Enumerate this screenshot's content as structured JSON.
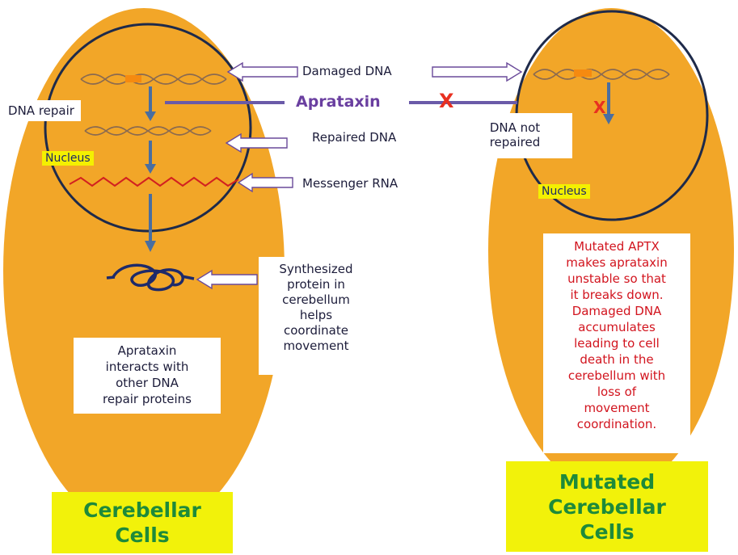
{
  "labels": {
    "damaged_dna": "Damaged DNA",
    "aprataxin": "Aprataxin",
    "repaired_dna": "Repaired DNA",
    "messenger_rna": "Messenger RNA",
    "dna_repair": "DNA repair",
    "nucleus": "Nucleus",
    "x_mark": "X"
  },
  "dna_not_repaired": [
    "DNA not",
    "repaired"
  ],
  "synthesized_protein": [
    "Synthesized",
    "protein in",
    "cerebellum",
    "helps",
    "coordinate",
    "movement"
  ],
  "aprataxin_interacts": [
    "Aprataxin",
    "interacts with",
    "other DNA",
    "repair proteins"
  ],
  "mutated_note": [
    "Mutated APTX",
    "makes aprataxin",
    "unstable so that",
    "it breaks down.",
    "Damaged DNA",
    "accumulates",
    "leading to cell",
    "death in the",
    "cerebellum with",
    "loss of",
    "movement",
    "coordination."
  ],
  "left_title": [
    "Cerebellar",
    "Cells"
  ],
  "right_title": [
    "Mutated",
    "Cerebellar",
    "Cells"
  ],
  "colors": {
    "cell": "#f2a628",
    "nucleus_outline": "#1e2a4a",
    "aprataxin_text": "#6a3fa0",
    "rna": "#d22020",
    "cross": "#e83020",
    "title_green": "#1e8a3a",
    "highlight_yellow": "#f4f000"
  }
}
